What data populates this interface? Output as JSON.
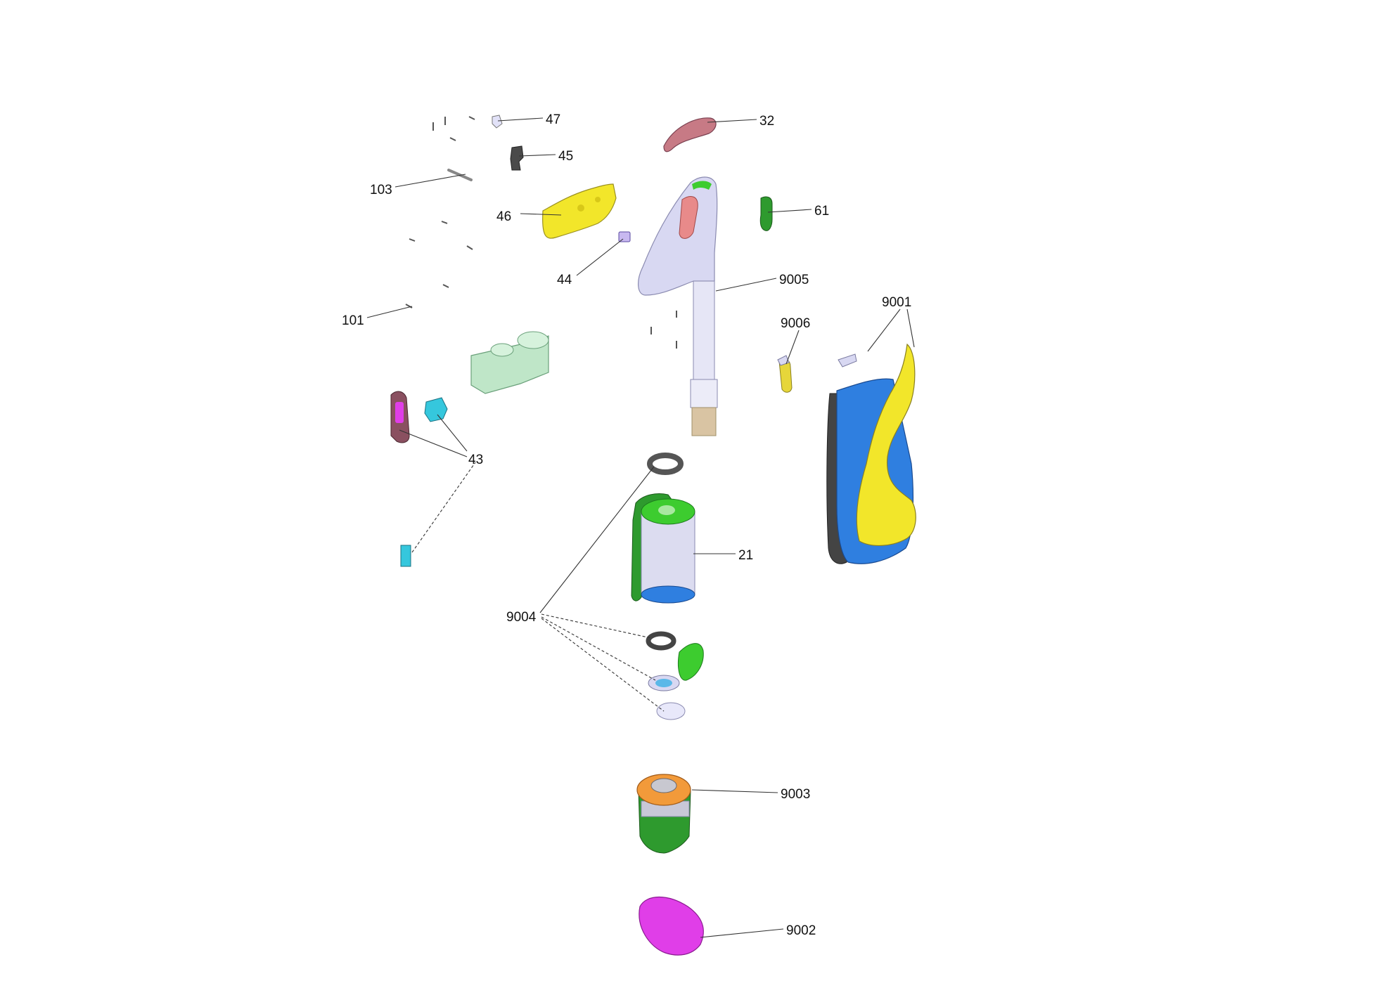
{
  "labels": {
    "p47": "47",
    "p32": "32",
    "p45": "45",
    "p103": "103",
    "p46": "46",
    "p61": "61",
    "p44": "44",
    "p9005": "9005",
    "p101": "101",
    "p9001": "9001",
    "p9006": "9006",
    "p43": "43",
    "p21": "21",
    "p9004": "9004",
    "p9003": "9003",
    "p9002": "9002"
  },
  "colors": {
    "handle": "#d8d8f2",
    "grip": "#e88a8a",
    "yellow": "#f2e62a",
    "blue": "#2f7fe0",
    "green": "#3dcc2f",
    "dark_green": "#2e9a2e",
    "pink": "#c77a85",
    "magenta": "#e03ee8",
    "orange": "#f29a3a",
    "mint": "#bfe6c8",
    "cyan": "#35c7dd",
    "grey": "#4a4a4a",
    "tan": "#d9c4a3",
    "brown": "#8a5060"
  }
}
